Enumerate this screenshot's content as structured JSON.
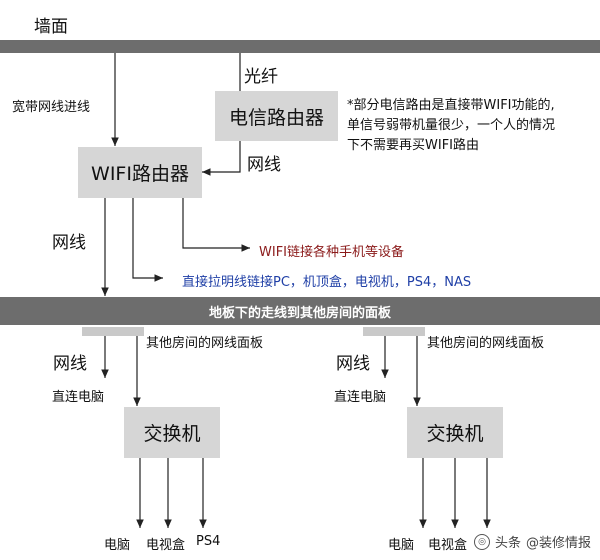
{
  "wall_label": "墙面",
  "fiber_label": "光纤",
  "broadband_label": "宽带网线进线",
  "telecom_router": "电信路由器",
  "note_lines": [
    "*部分电信路由是直接带WIFI功能的,",
    "单信号弱带机量很少，一个人的情况",
    "下不需要再买WIFI路由"
  ],
  "cable_label_upper": "网线",
  "wifi_router": "WIFI路由器",
  "cable_label_left": "网线",
  "wifi_devices": "WIFI链接各种手机等设备",
  "wired_devices": "直接拉明线链接PC，机顶盒，电视机，PS4，NAS",
  "floor_banner": "地板下的走线到其他房间的面板",
  "room_left": {
    "panel_label": "其他房间的网线面板",
    "cable_label": "网线",
    "direct_pc": "直连电脑",
    "switch": "交换机",
    "devices": [
      "电脑",
      "电视盒",
      "PS4"
    ]
  },
  "room_right": {
    "panel_label": "其他房间的网线面板",
    "cable_label": "网线",
    "direct_pc": "直连电脑",
    "switch": "交换机",
    "devices": [
      "电脑",
      "电视盒"
    ]
  },
  "watermark": {
    "platform": "头条",
    "account": "@装修情报"
  },
  "colors": {
    "bar": "#6d6d6d",
    "box": "#d6d6d6",
    "wifi_text": "#8b1a1a",
    "wired_text": "#1f3fa6"
  }
}
